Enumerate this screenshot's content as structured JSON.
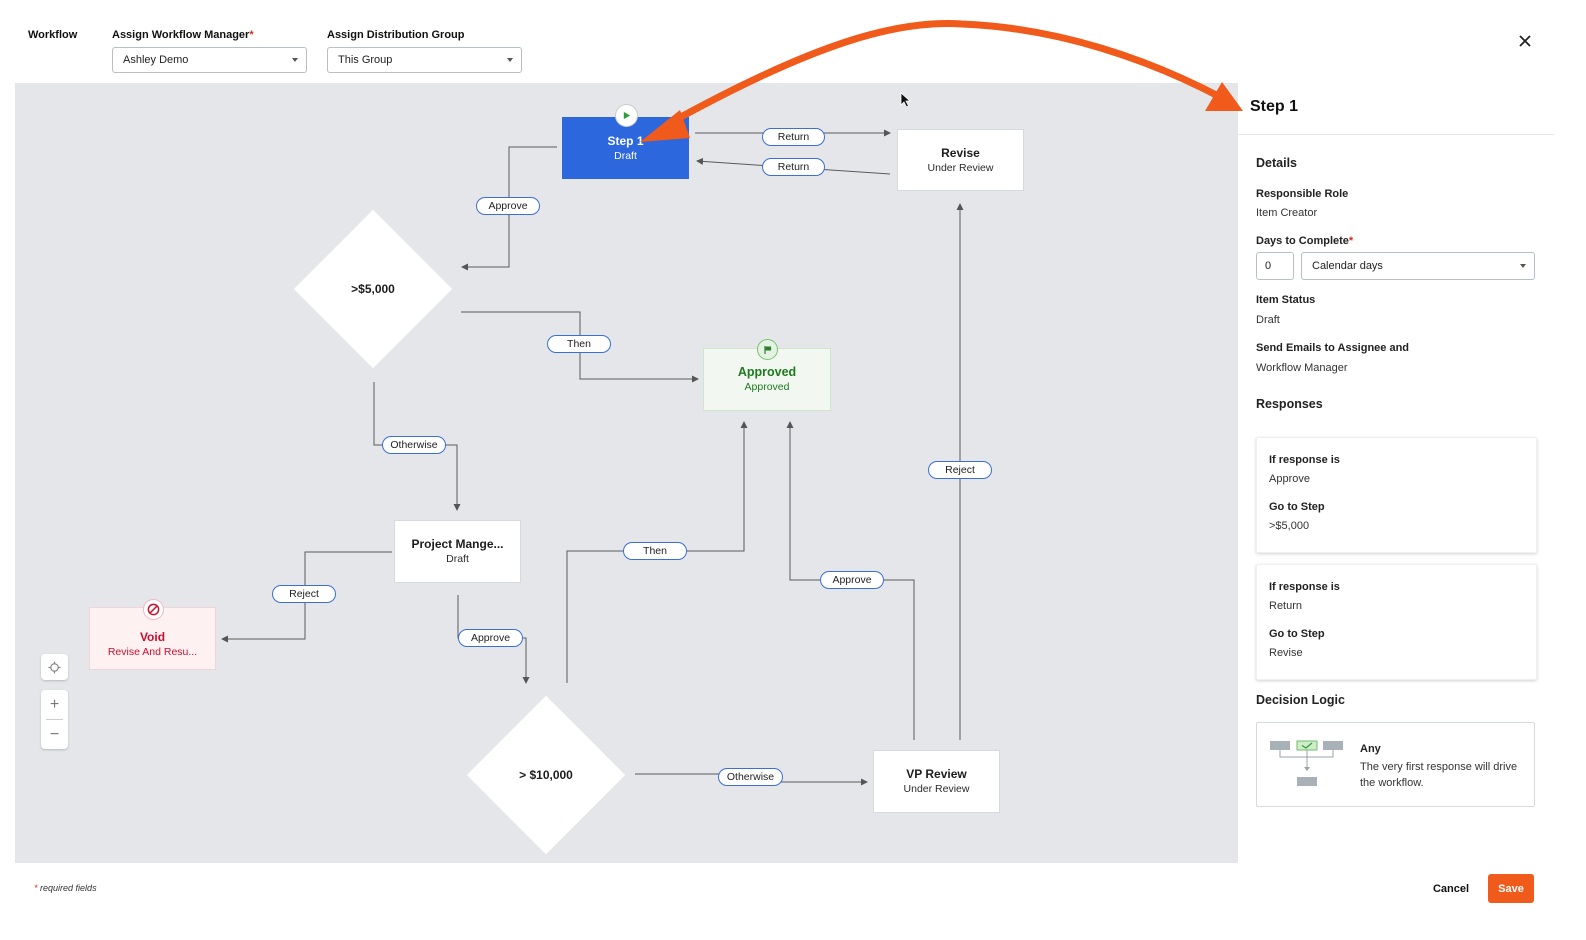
{
  "header": {
    "workflow_label": "Workflow",
    "manager_label": "Assign Workflow Manager",
    "manager_required": "*",
    "manager_value": "Ashley Demo",
    "group_label": "Assign Distribution Group",
    "group_value": "This Group",
    "close_icon": "close-icon"
  },
  "nodes": {
    "step1": {
      "title": "Step 1",
      "status": "Draft"
    },
    "revise": {
      "title": "Revise",
      "status": "Under Review"
    },
    "approved": {
      "title": "Approved",
      "status": "Approved"
    },
    "pm": {
      "title": "Project Mange...",
      "status": "Draft"
    },
    "void": {
      "title": "Void",
      "status": "Revise And Resu..."
    },
    "vp": {
      "title": "VP Review",
      "status": "Under Review"
    },
    "d5000": {
      "title": ">$5,000"
    },
    "d10000": {
      "title": "> $10,000"
    }
  },
  "edges": {
    "return1": "Return",
    "return2": "Return",
    "approve1": "Approve",
    "then1": "Then",
    "otherwise1": "Otherwise",
    "reject1": "Reject",
    "approve2": "Approve",
    "then2": "Then",
    "approve3": "Approve",
    "reject2": "Reject",
    "otherwise2": "Otherwise"
  },
  "zoom": {
    "plus": "+",
    "minus": "−"
  },
  "panel": {
    "title": "Step 1",
    "details_heading": "Details",
    "role_label": "Responsible Role",
    "role_value": "Item Creator",
    "days_label": "Days to Complete",
    "days_required": "*",
    "days_value": "0",
    "days_unit": "Calendar days",
    "status_label": "Item Status",
    "status_value": "Draft",
    "emails_label": "Send Emails to Assignee and",
    "emails_value": "Workflow Manager",
    "responses_heading": "Responses",
    "responses": [
      {
        "if_label": "If response is",
        "if_value": "Approve",
        "go_label": "Go to Step",
        "go_value": ">$5,000"
      },
      {
        "if_label": "If response is",
        "if_value": "Return",
        "go_label": "Go to Step",
        "go_value": "Revise"
      }
    ],
    "logic_heading": "Decision Logic",
    "logic_title": "Any",
    "logic_desc": "The very first response will drive the workflow."
  },
  "footer": {
    "required_mark": "*",
    "required_text": "required fields",
    "cancel": "Cancel",
    "save": "Save"
  },
  "colors": {
    "accent": "#f05a1a",
    "step_blue": "#2c67de",
    "approved_green": "#1e7a1e",
    "void_red": "#c8102e"
  }
}
